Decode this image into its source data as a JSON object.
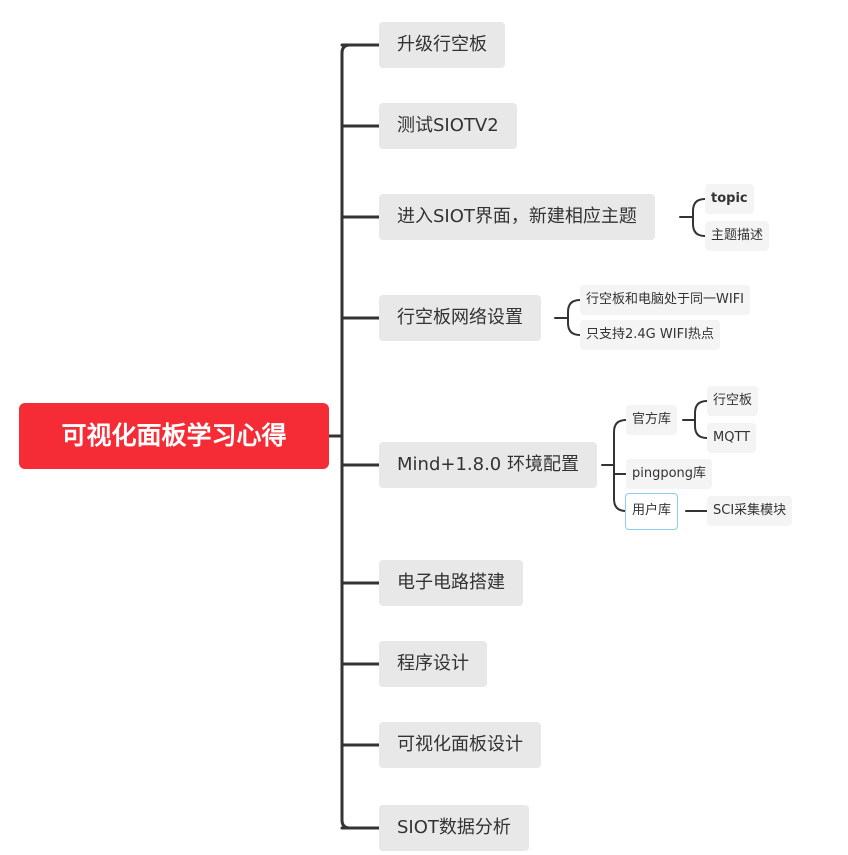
{
  "root": {
    "label": "可视化面板学习心得"
  },
  "topics": [
    {
      "label": "升级行空板"
    },
    {
      "label": "测试SIOTV2"
    },
    {
      "label": "进入SIOT界面，新建相应主题",
      "children": [
        {
          "label": "topic"
        },
        {
          "label": "主题描述"
        }
      ]
    },
    {
      "label": "行空板网络设置",
      "children": [
        {
          "label": "行空板和电脑处于同一WIFI"
        },
        {
          "label": "只支持2.4G WIFI热点"
        }
      ]
    },
    {
      "label": "Mind+1.8.0 环境配置",
      "children": [
        {
          "label": "官方库",
          "children": [
            {
              "label": "行空板"
            },
            {
              "label": "MQTT"
            }
          ]
        },
        {
          "label": "pingpong库"
        },
        {
          "label": "用户库",
          "children": [
            {
              "label": "SCI采集模块"
            }
          ]
        }
      ]
    },
    {
      "label": "电子电路搭建"
    },
    {
      "label": "程序设计"
    },
    {
      "label": "可视化面板设计"
    },
    {
      "label": "SIOT数据分析"
    }
  ],
  "colors": {
    "root_fill": "#f52b35",
    "topic_fill": "#e8e8e8",
    "subtopic_fill": "#f4f4f4",
    "connector": "#333333",
    "selection_border": "#8ecbf0"
  }
}
